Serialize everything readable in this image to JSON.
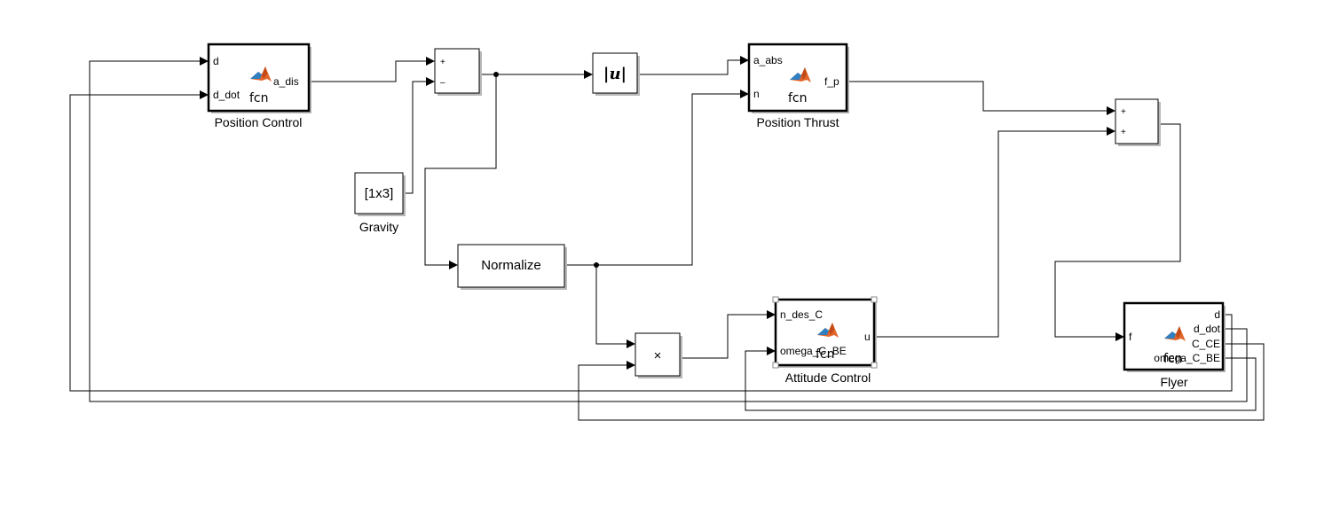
{
  "blocks": {
    "position_control": {
      "name": "Position Control",
      "inputs": [
        "d",
        "d_dot"
      ],
      "outputs": [
        "a_dis"
      ],
      "fcn": "fcn"
    },
    "sum1": {
      "signs": [
        "+",
        "–"
      ]
    },
    "gravity": {
      "name": "Gravity",
      "value": "[1x3]"
    },
    "abs": {
      "label": "|u|"
    },
    "position_thrust": {
      "name": "Position Thrust",
      "inputs": [
        "a_abs",
        "n"
      ],
      "outputs": [
        "f_p"
      ],
      "fcn": "fcn"
    },
    "normalize": {
      "label": "Normalize"
    },
    "product": {
      "label": "×"
    },
    "attitude_control": {
      "name": "Attitude Control",
      "inputs": [
        "n_des_C",
        "omega_C_BE"
      ],
      "outputs": [
        "u"
      ],
      "fcn": "fcn"
    },
    "sum2": {
      "signs": [
        "+",
        "+"
      ]
    },
    "flyer": {
      "name": "Flyer",
      "inputs": [
        "f"
      ],
      "outputs": [
        "d",
        "d_dot",
        "C_CE",
        "omega_C_BE"
      ],
      "fcn": "fcn"
    }
  },
  "colors": {
    "block_border": "#000000",
    "block_shadow": "#b9b9b9",
    "matlab_logo_orange": "#e2662b",
    "matlab_logo_blue": "#2f7fc1"
  }
}
